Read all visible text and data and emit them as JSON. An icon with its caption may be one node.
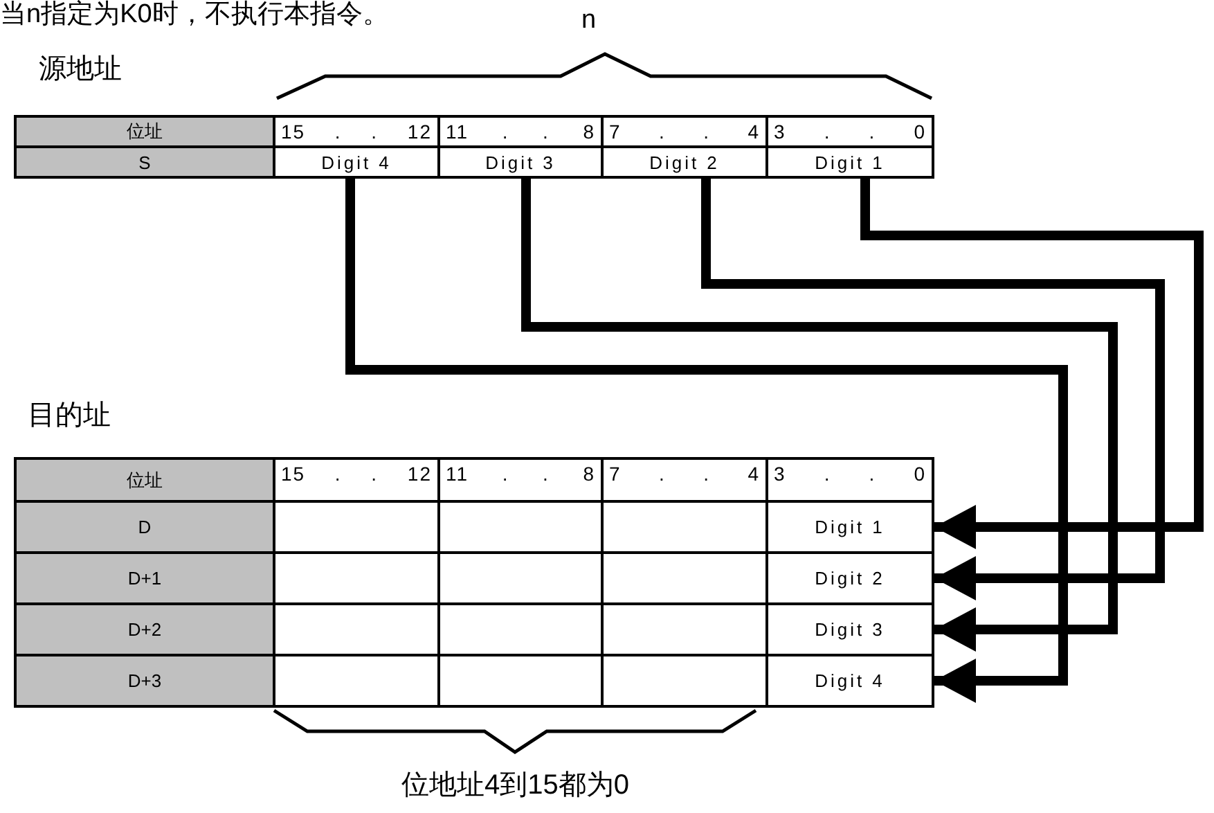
{
  "diagram": {
    "nodes": [
      {
        "text": [
          "Digit 4"
        ]
      },
      {
        "text": [
          "Digit 3"
        ]
      },
      {
        "text": [
          "Digit 2"
        ]
      },
      {
        "text": [
          "Digit 1"
        ]
      },
      {
        "text": [
          "Digit 1"
        ]
      },
      {
        "text": [
          "Digit 2"
        ]
      },
      {
        "text": [
          "Digit 3"
        ]
      },
      {
        "text": [
          "Digit 4"
        ]
      }
    ],
    "edges": [
      {
        "from": 3,
        "to": 4,
        "arrow": "to"
      },
      {
        "from": 2,
        "to": 5,
        "arrow": "to"
      },
      {
        "from": 1,
        "to": 6,
        "arrow": "to"
      },
      {
        "from": 0,
        "to": 7,
        "arrow": "to"
      }
    ],
    "labels": [
      "当n指定为K0时，不执行本指令。",
      "n",
      "源地址",
      "位址",
      "15 . . 12",
      "11 . . 8",
      "7 . . 4",
      "3 . . 0",
      "S",
      "目的址",
      "位址",
      "15 . . 12",
      "11 . . 8",
      "7 . . 4",
      "3 . . 0",
      "D",
      "D+1",
      "D+2",
      "D+3",
      "位地址4到15都为0"
    ]
  }
}
